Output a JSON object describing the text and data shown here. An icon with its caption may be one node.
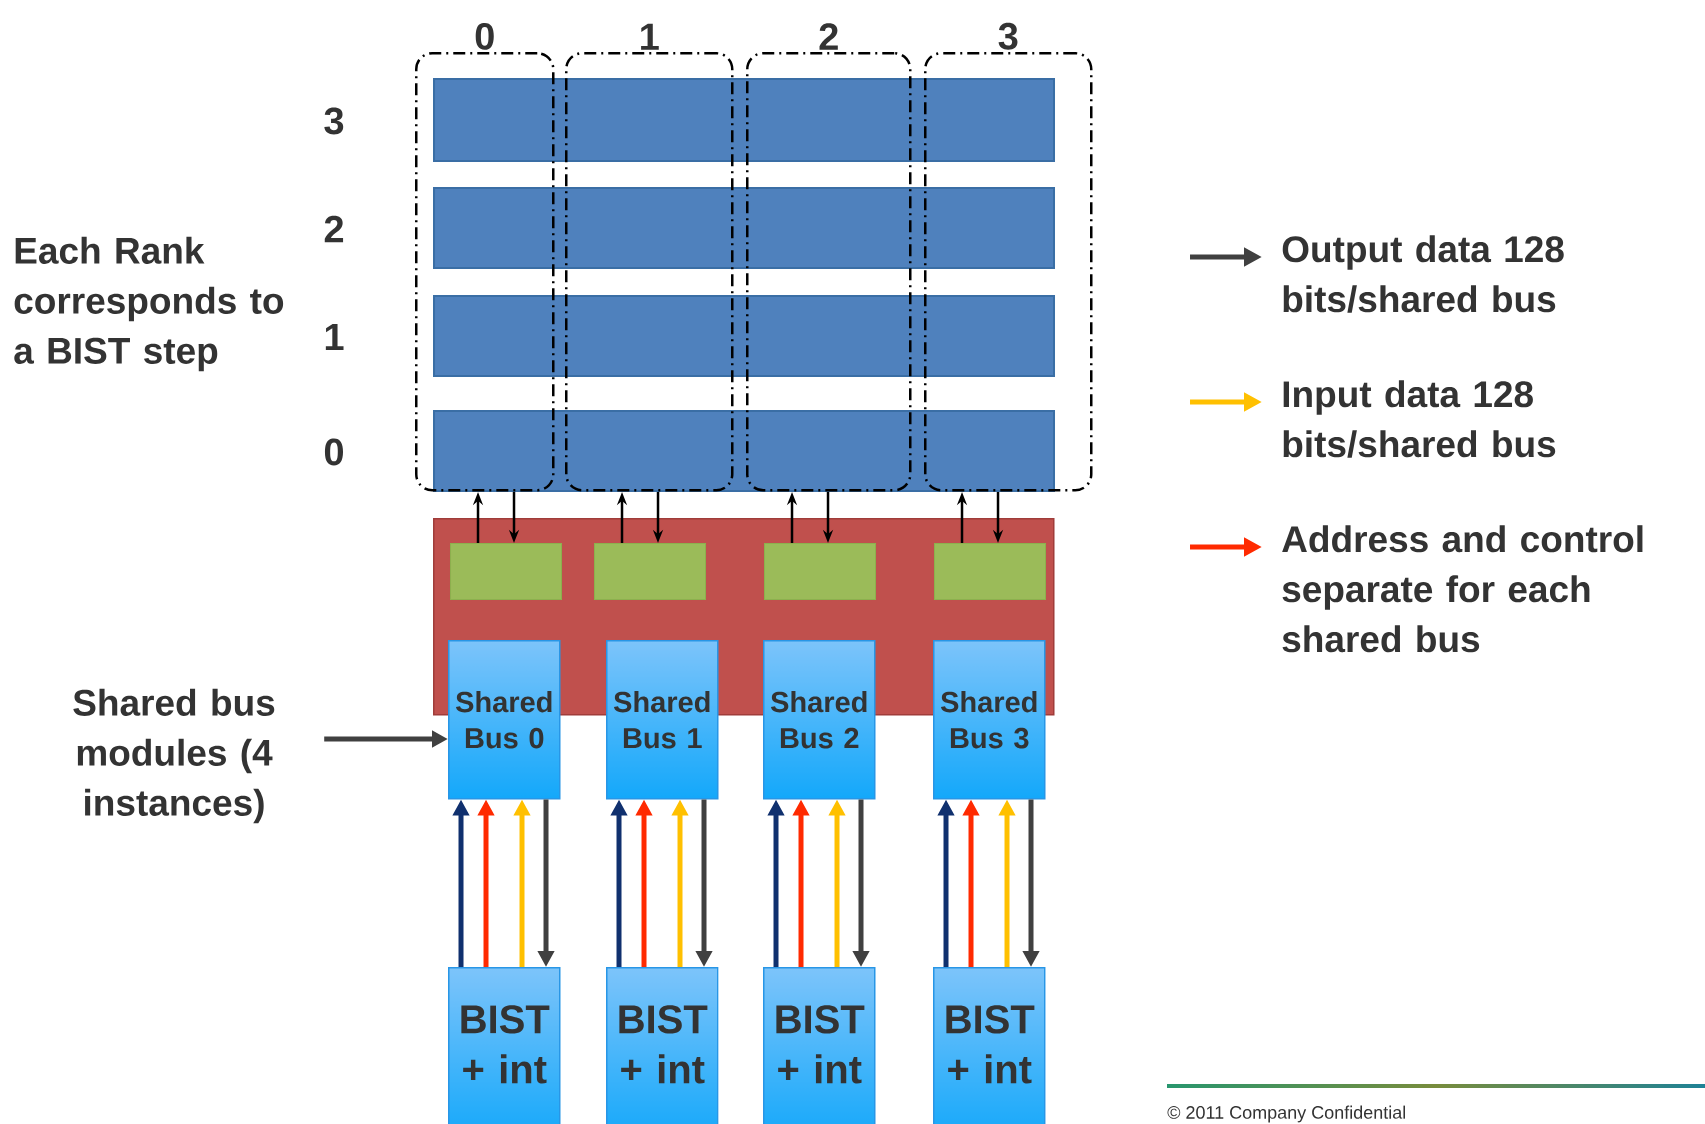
{
  "diagram": {
    "nodes": [
      {
        "text": [
          "0"
        ]
      },
      {
        "text": [
          "1"
        ]
      },
      {
        "text": [
          "2"
        ]
      },
      {
        "text": [
          "3"
        ]
      },
      {
        "text": [],
        "shape": "bar",
        "beside": [
          "3"
        ]
      },
      {
        "text": [],
        "shape": "bar",
        "beside": [
          "2"
        ]
      },
      {
        "text": [],
        "shape": "bar",
        "beside": [
          "1"
        ]
      },
      {
        "text": [],
        "shape": "bar",
        "beside": [
          "0"
        ]
      },
      {
        "text": [],
        "shape": "box"
      },
      {
        "text": [],
        "shape": "box",
        "in": 8
      },
      {
        "text": [],
        "shape": "box",
        "in": 8
      },
      {
        "text": [],
        "shape": "box",
        "in": 8
      },
      {
        "text": [],
        "shape": "box",
        "in": 8
      },
      {
        "text": [
          "Shared Bus 0"
        ]
      },
      {
        "text": [
          "Shared Bus 1"
        ]
      },
      {
        "text": [
          "Shared Bus 2"
        ]
      },
      {
        "text": [
          "Shared Bus 3"
        ]
      },
      {
        "text": [
          "BIST + int"
        ]
      },
      {
        "text": [
          "BIST + int"
        ]
      },
      {
        "text": [
          "BIST + int"
        ]
      },
      {
        "text": [
          "BIST + int"
        ]
      },
      {
        "text": [
          "Shared bus modules (4 instances)"
        ]
      }
    ],
    "edges": [
      {
        "from": 9,
        "to": 7,
        "arrow": "to"
      },
      {
        "from": 7,
        "to": 9,
        "arrow": "to"
      },
      {
        "from": 10,
        "to": 7,
        "arrow": "to"
      },
      {
        "from": 7,
        "to": 10,
        "arrow": "to"
      },
      {
        "from": 11,
        "to": 7,
        "arrow": "to"
      },
      {
        "from": 7,
        "to": 11,
        "arrow": "to"
      },
      {
        "from": 12,
        "to": 7,
        "arrow": "to"
      },
      {
        "from": 7,
        "to": 12,
        "arrow": "to"
      },
      {
        "from": 17,
        "to": 13,
        "arrow": "to",
        "color": "#10306e"
      },
      {
        "from": 17,
        "to": 13,
        "arrow": "to",
        "color": "#ff2a00"
      },
      {
        "from": 17,
        "to": 13,
        "arrow": "to",
        "color": "#ffc000"
      },
      {
        "from": 13,
        "to": 17,
        "arrow": "to"
      },
      {
        "from": 18,
        "to": 14,
        "arrow": "to",
        "color": "#10306e"
      },
      {
        "from": 18,
        "to": 14,
        "arrow": "to",
        "color": "#ff2a00"
      },
      {
        "from": 18,
        "to": 14,
        "arrow": "to",
        "color": "#ffc000"
      },
      {
        "from": 14,
        "to": 18,
        "arrow": "to"
      },
      {
        "from": 19,
        "to": 15,
        "arrow": "to",
        "color": "#10306e"
      },
      {
        "from": 19,
        "to": 15,
        "arrow": "to",
        "color": "#ff2a00"
      },
      {
        "from": 19,
        "to": 15,
        "arrow": "to",
        "color": "#ffc000"
      },
      {
        "from": 15,
        "to": 19,
        "arrow": "to"
      },
      {
        "from": 20,
        "to": 16,
        "arrow": "to",
        "color": "#10306e"
      },
      {
        "from": 20,
        "to": 16,
        "arrow": "to",
        "color": "#ff2a00"
      },
      {
        "from": 20,
        "to": 16,
        "arrow": "to",
        "color": "#ffc000"
      },
      {
        "from": 16,
        "to": 20,
        "arrow": "to"
      },
      {
        "from": 21,
        "to": 13,
        "arrow": "to"
      }
    ],
    "labels": [
      "Each Rank corresponds to a BIST step",
      "© 2011 Company Confidential"
    ],
    "legend": [
      {
        "text": "Output data 128 bits/shared bus"
      },
      {
        "text": "Input data 128 bits/shared bus"
      },
      {
        "text": "Address and control separate for each shared bus"
      }
    ]
  }
}
